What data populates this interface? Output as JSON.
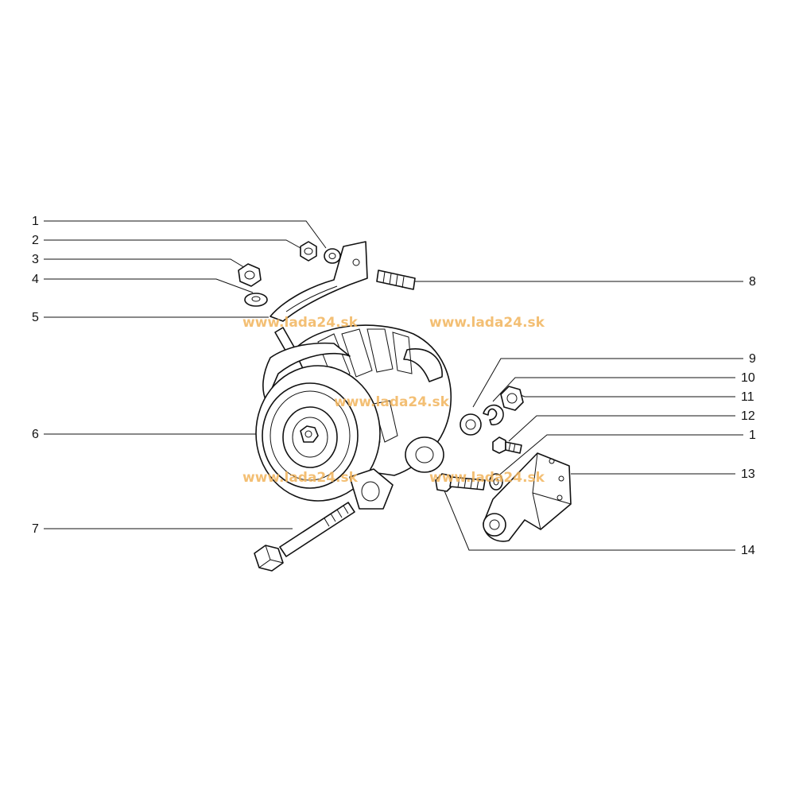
{
  "callouts_left": [
    {
      "id": "c-left-1",
      "label": "1"
    },
    {
      "id": "c-left-2",
      "label": "2"
    },
    {
      "id": "c-left-3",
      "label": "3"
    },
    {
      "id": "c-left-4",
      "label": "4"
    },
    {
      "id": "c-left-5",
      "label": "5"
    },
    {
      "id": "c-left-6",
      "label": "6"
    },
    {
      "id": "c-left-7",
      "label": "7"
    }
  ],
  "callouts_right": [
    {
      "id": "c-right-8",
      "label": "8"
    },
    {
      "id": "c-right-9",
      "label": "9"
    },
    {
      "id": "c-right-10",
      "label": "10"
    },
    {
      "id": "c-right-11",
      "label": "11"
    },
    {
      "id": "c-right-12",
      "label": "12"
    },
    {
      "id": "c-right-1",
      "label": "1"
    },
    {
      "id": "c-right-13",
      "label": "13"
    },
    {
      "id": "c-right-14",
      "label": "14"
    }
  ],
  "watermark": "www.lada24.sk",
  "colors": {
    "line": "#111111",
    "background": "#ffffff",
    "watermark": "#f2b45c"
  }
}
